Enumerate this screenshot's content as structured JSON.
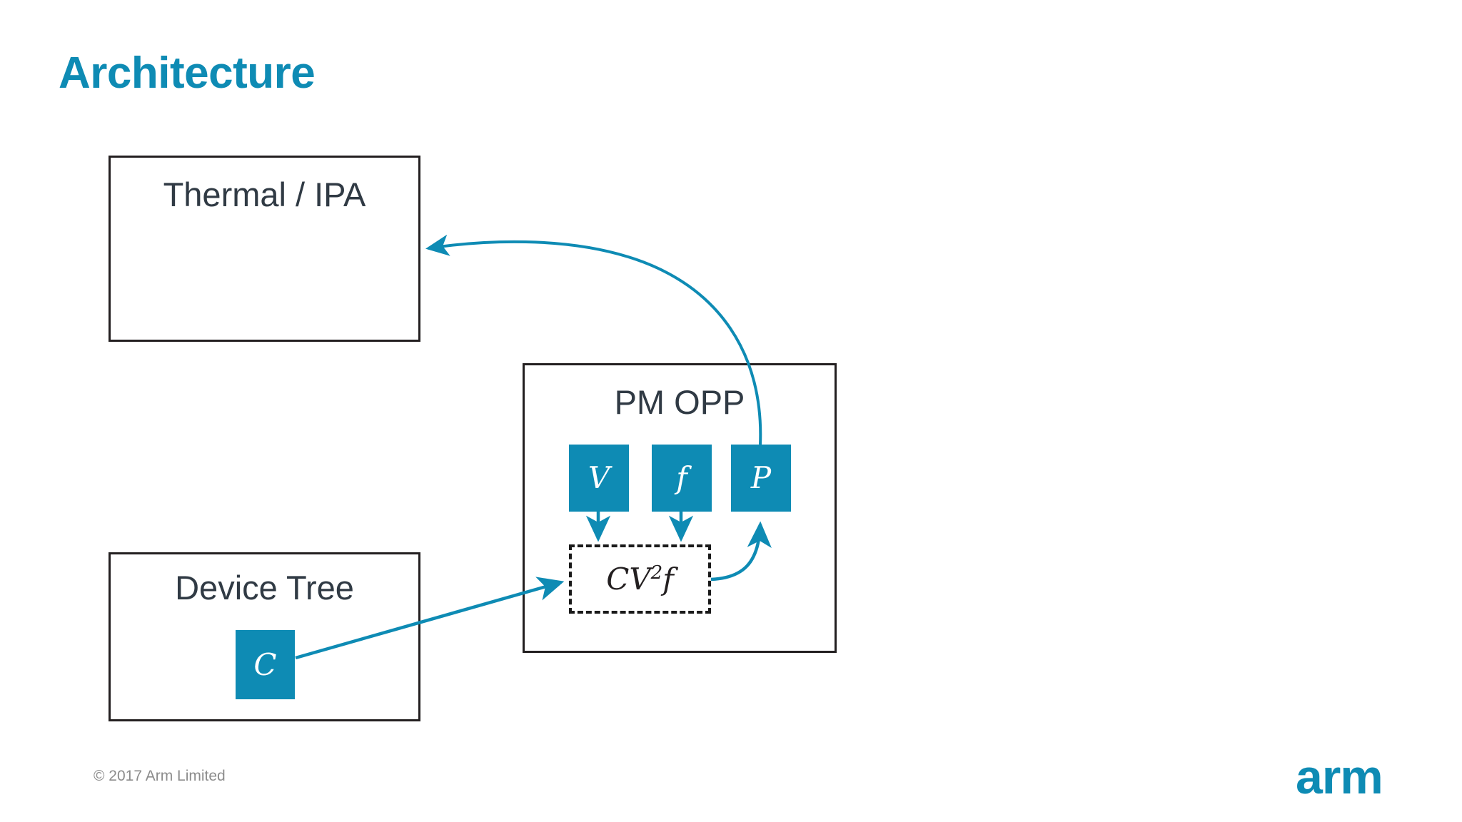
{
  "slide": {
    "title": "Architecture",
    "accent_color": "#0e8bb4",
    "box_border_color": "#231f20",
    "text_color": "#303a44"
  },
  "boxes": {
    "thermal": {
      "label": "Thermal / IPA"
    },
    "device_tree": {
      "label": "Device Tree"
    },
    "pm_opp": {
      "label": "PM OPP"
    },
    "formula": {
      "base": "CV",
      "exponent": "2",
      "tail": "f",
      "full": "CV²f"
    }
  },
  "tiles": {
    "voltage": {
      "label": "V"
    },
    "frequency": {
      "label": "f"
    },
    "power": {
      "label": "P"
    },
    "capacitance": {
      "label": "C"
    }
  },
  "connectors": [
    {
      "name": "power-to-thermal",
      "from": "P tile",
      "to": "Thermal / IPA box",
      "style": "curved-arrow"
    },
    {
      "name": "voltage-to-formula",
      "from": "V tile",
      "to": "CV²f box",
      "style": "straight-arrow-down"
    },
    {
      "name": "frequency-to-formula",
      "from": "f tile",
      "to": "CV²f box",
      "style": "straight-arrow-down"
    },
    {
      "name": "formula-to-power",
      "from": "CV²f box",
      "to": "P tile",
      "style": "curved-arrow"
    },
    {
      "name": "capacitance-to-formula",
      "from": "C tile",
      "to": "CV²f box",
      "style": "straight-arrow-diagonal"
    }
  ],
  "footer": {
    "copyright": "© 2017 Arm Limited",
    "logo": "arm"
  }
}
